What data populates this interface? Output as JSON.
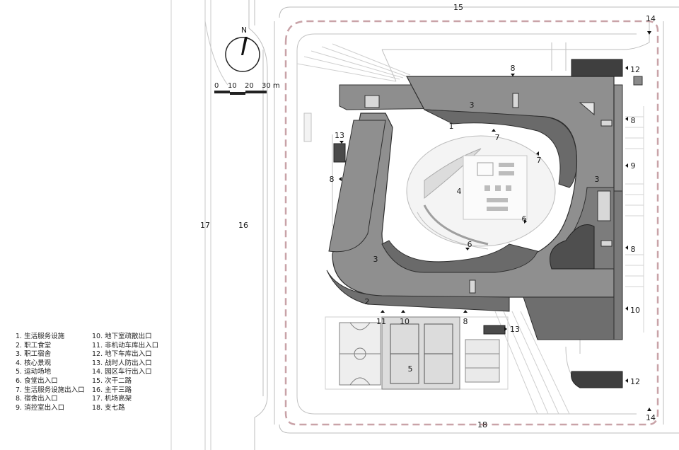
{
  "compass": {
    "north_label": "N"
  },
  "scale_bar": {
    "ticks": [
      "0",
      "10",
      "20",
      "30 m"
    ]
  },
  "map_labels": {
    "road_15": "15",
    "road_16": "16",
    "road_17": "17",
    "road_18": "18",
    "gate_14_top": "14",
    "gate_14_bottom": "14",
    "gate_12_top": "12",
    "gate_12_bottom": "12",
    "ent_8_top": "8",
    "ent_8_right_a": "8",
    "ent_8_right_b": "8",
    "ent_8_left": "8",
    "ent_8_bottom": "8",
    "ent_9": "9",
    "ent_10_right": "10",
    "ent_10_bottom": "10",
    "ent_11": "11",
    "ent_13_left": "13",
    "ent_13_bottom": "13",
    "bld_1": "1",
    "bld_2": "2",
    "bld_3_top": "3",
    "bld_3_right": "3",
    "bld_3_left": "3",
    "core_4": "4",
    "sports_5": "5",
    "ent_6_a": "6",
    "ent_6_b": "6",
    "ent_7_a": "7",
    "ent_7_b": "7"
  },
  "legend": {
    "col1": [
      "1. 生活服务设施",
      "2. 职工食堂",
      "3. 职工宿舍",
      "4. 核心景观",
      "5. 运动场地",
      "6. 食堂出入口",
      "7. 生活服务设施出入口",
      "8. 宿舍出入口",
      "9. 消控室出入口"
    ],
    "col2": [
      "10. 地下室疏散出口",
      "11. 非机动车库出入口",
      "12. 地下车库出入口",
      "13. 战时人防出入口",
      "14. 园区车行出入口",
      "15. 次干二路",
      "16. 主干三路",
      "17. 机场高架",
      "18. 支七路"
    ]
  },
  "colors": {
    "roof": "#8f8f8f",
    "roof_dark": "#5a5a5a",
    "boundary": "#c9a3a8",
    "line": "#9a9a9a"
  }
}
